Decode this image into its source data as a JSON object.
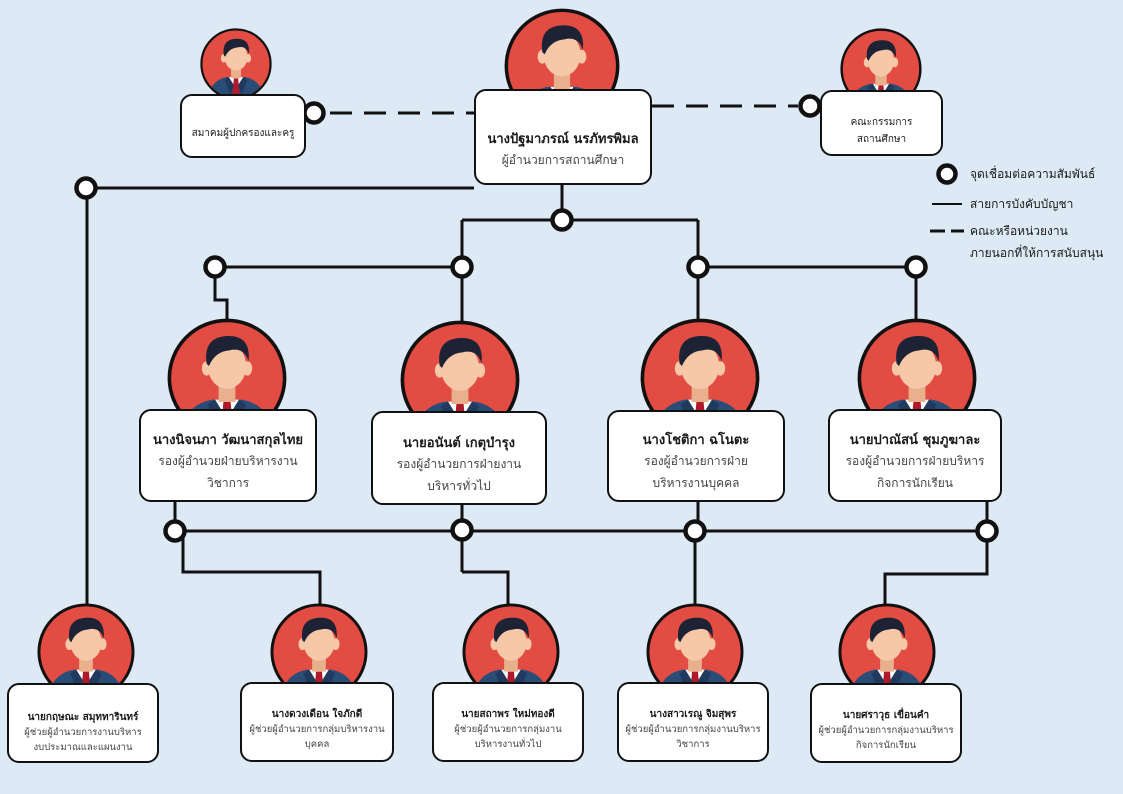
{
  "nodes": {
    "director": {
      "name": "นางปัฐมาภรณ์  นรภัทรพิมล",
      "title": "ผู้อำนวยการสถานศึกษา"
    },
    "parents_assoc": {
      "name": "สมาคมผู้ปกครองและครู"
    },
    "school_board": {
      "name": "คณะกรรมการ\nสถานศึกษา"
    },
    "deputy_academic": {
      "name": "นางนิจนภา วัฒนาสกุลไทย",
      "title": "รองผู้อำนวยฝ่ายบริหารงาน\nวิชาการ"
    },
    "deputy_general": {
      "name": "นายอนันต์ เกตุบำรุง",
      "title": "รองผู้อำนวยการฝ่ายงาน\nบริหารทั่วไป"
    },
    "deputy_personnel": {
      "name": "นางโชติกา ฉโนตะ",
      "title": "รองผู้อำนวยการฝ่าย\nบริหารงานบุคคล"
    },
    "deputy_student": {
      "name": "นายปาณัสน์ ชุมภูฆาละ",
      "title": "รองผู้อำนวยการฝ่ายบริหาร\nกิจการนักเรียน"
    },
    "assistant_budget": {
      "name": "นายกฤษณะ สมุททารินทร์",
      "title": "ผู้ช่วยผู้อำนวยการงานบริหาร\nงบประมาณและแผนงาน"
    },
    "assistant_personnel": {
      "name": "นางดวงเดือน ใจภักดี",
      "title": "ผู้ช่วยผู้อำนวยการกลุ่มบริหารงาน\nบุคคล"
    },
    "assistant_general": {
      "name": "นายสถาพร ใหม่ทองดี",
      "title": "ผู้ช่วยผู้อำนวยการกลุ่มงาน\nบริหารงานทั่วไป"
    },
    "assistant_academic": {
      "name": "นางสาวเรณู จิมสุพร",
      "title": "ผู้ช่วยผู้อำนวยการกลุ่มงานบริหาร\nวิชาการ"
    },
    "assistant_student": {
      "name": "นายศราวุธ เขื่อนคำ",
      "title": "ผู้ช่วยผู้อำนวยการกลุ่มงานบริหาร\nกิจการนักเรียน"
    }
  },
  "legend": {
    "connection_point": "จุดเชื่อมต่อความสัมพันธ์",
    "command_line": "สายการบังคับบัญชา",
    "support_line": "คณะหรือหน่วยงาน\nภายนอกที่ให้การสนับสนุน"
  },
  "colors": {
    "background": "#dde9f5",
    "avatar_circle": "#e24c42",
    "suit": "#2a4d77",
    "hair": "#1e2235",
    "skin": "#f7c8a8",
    "tie": "#b0192a",
    "line": "#111111"
  },
  "icons": {
    "avatar": "person-avatar-icon",
    "connector": "ring-connector-icon"
  }
}
